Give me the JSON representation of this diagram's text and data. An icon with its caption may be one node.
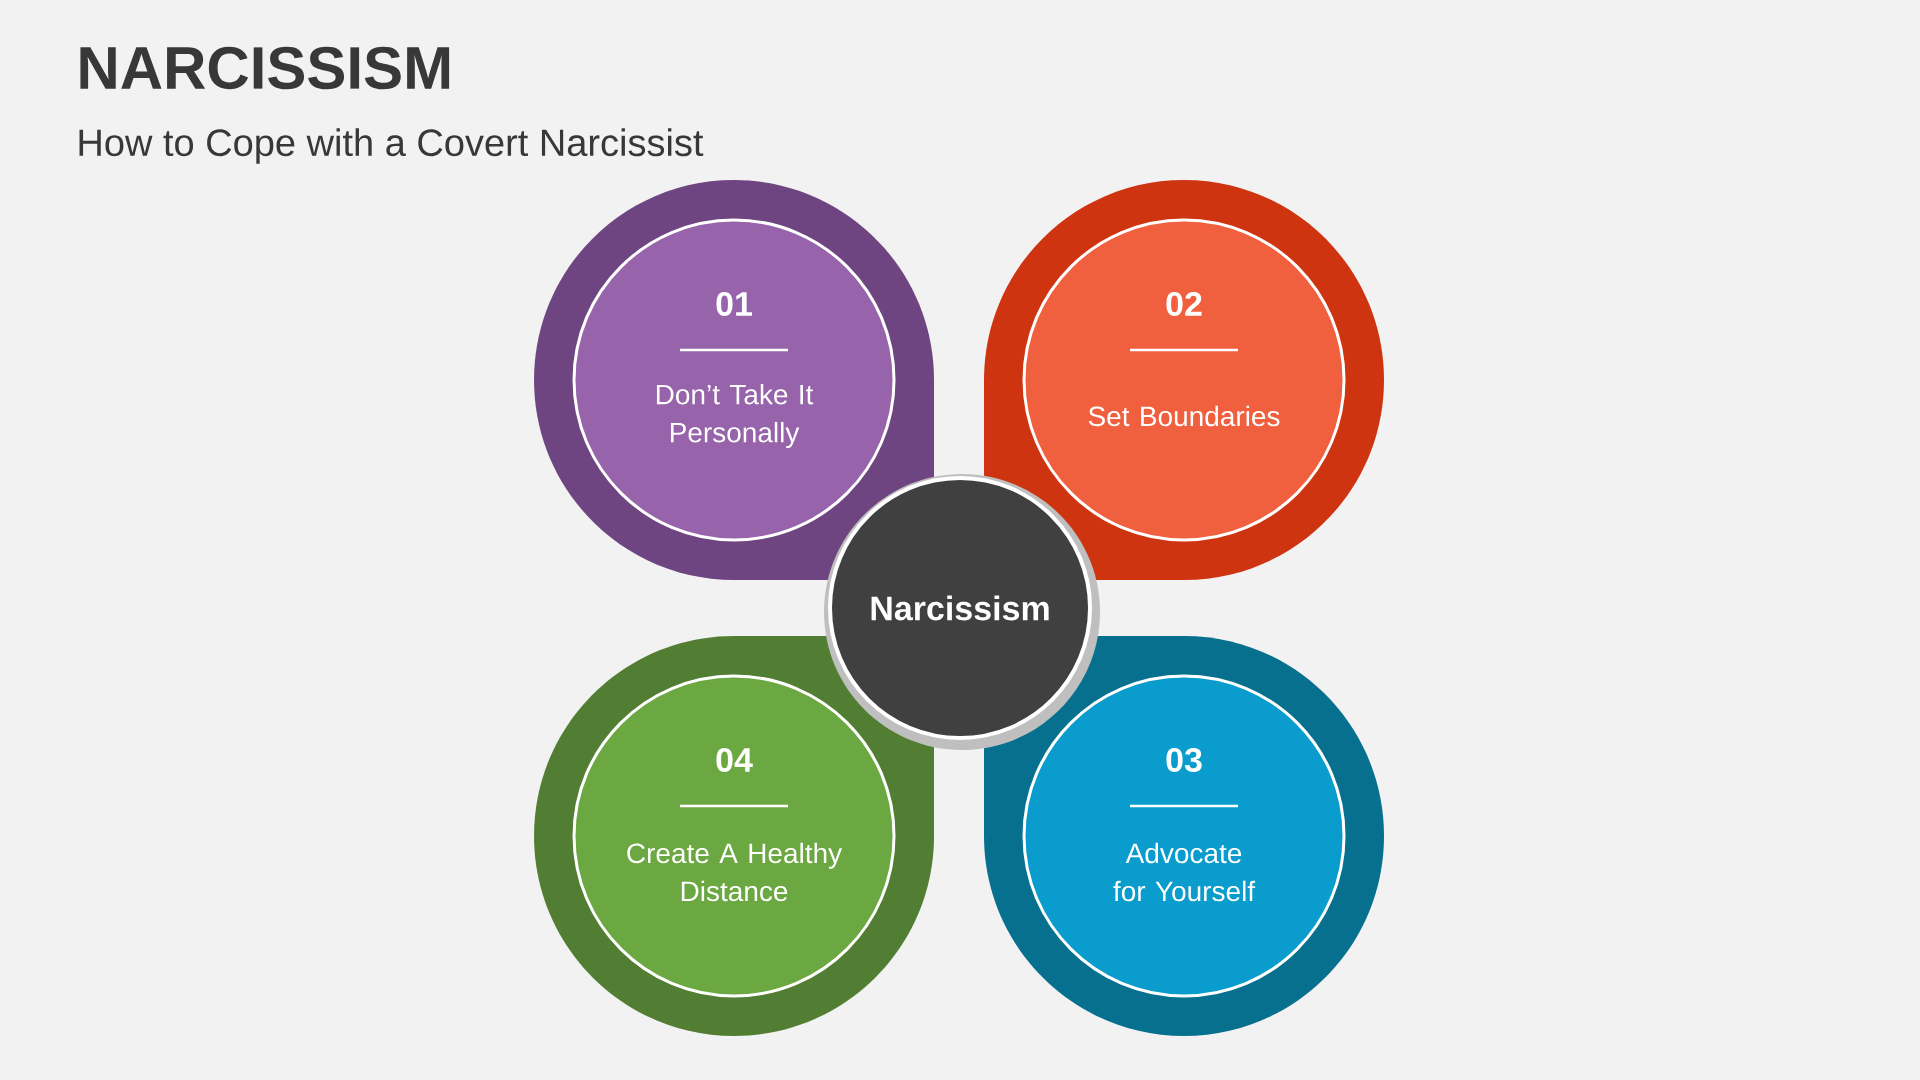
{
  "diagram": {
    "title": "NARCISSISM",
    "caption": "How to Cope with a Covert Narcissist",
    "nodes": [
      {
        "text": [
          "01",
          "Don’t Take It Personally"
        ]
      },
      {
        "text": [
          "02",
          "Set Boundaries"
        ]
      },
      {
        "text": [
          "Narcissism"
        ]
      },
      {
        "text": [
          "04",
          "Create A Healthy Distance"
        ]
      },
      {
        "text": [
          "03",
          "Advocate for Yourself"
        ]
      }
    ]
  }
}
